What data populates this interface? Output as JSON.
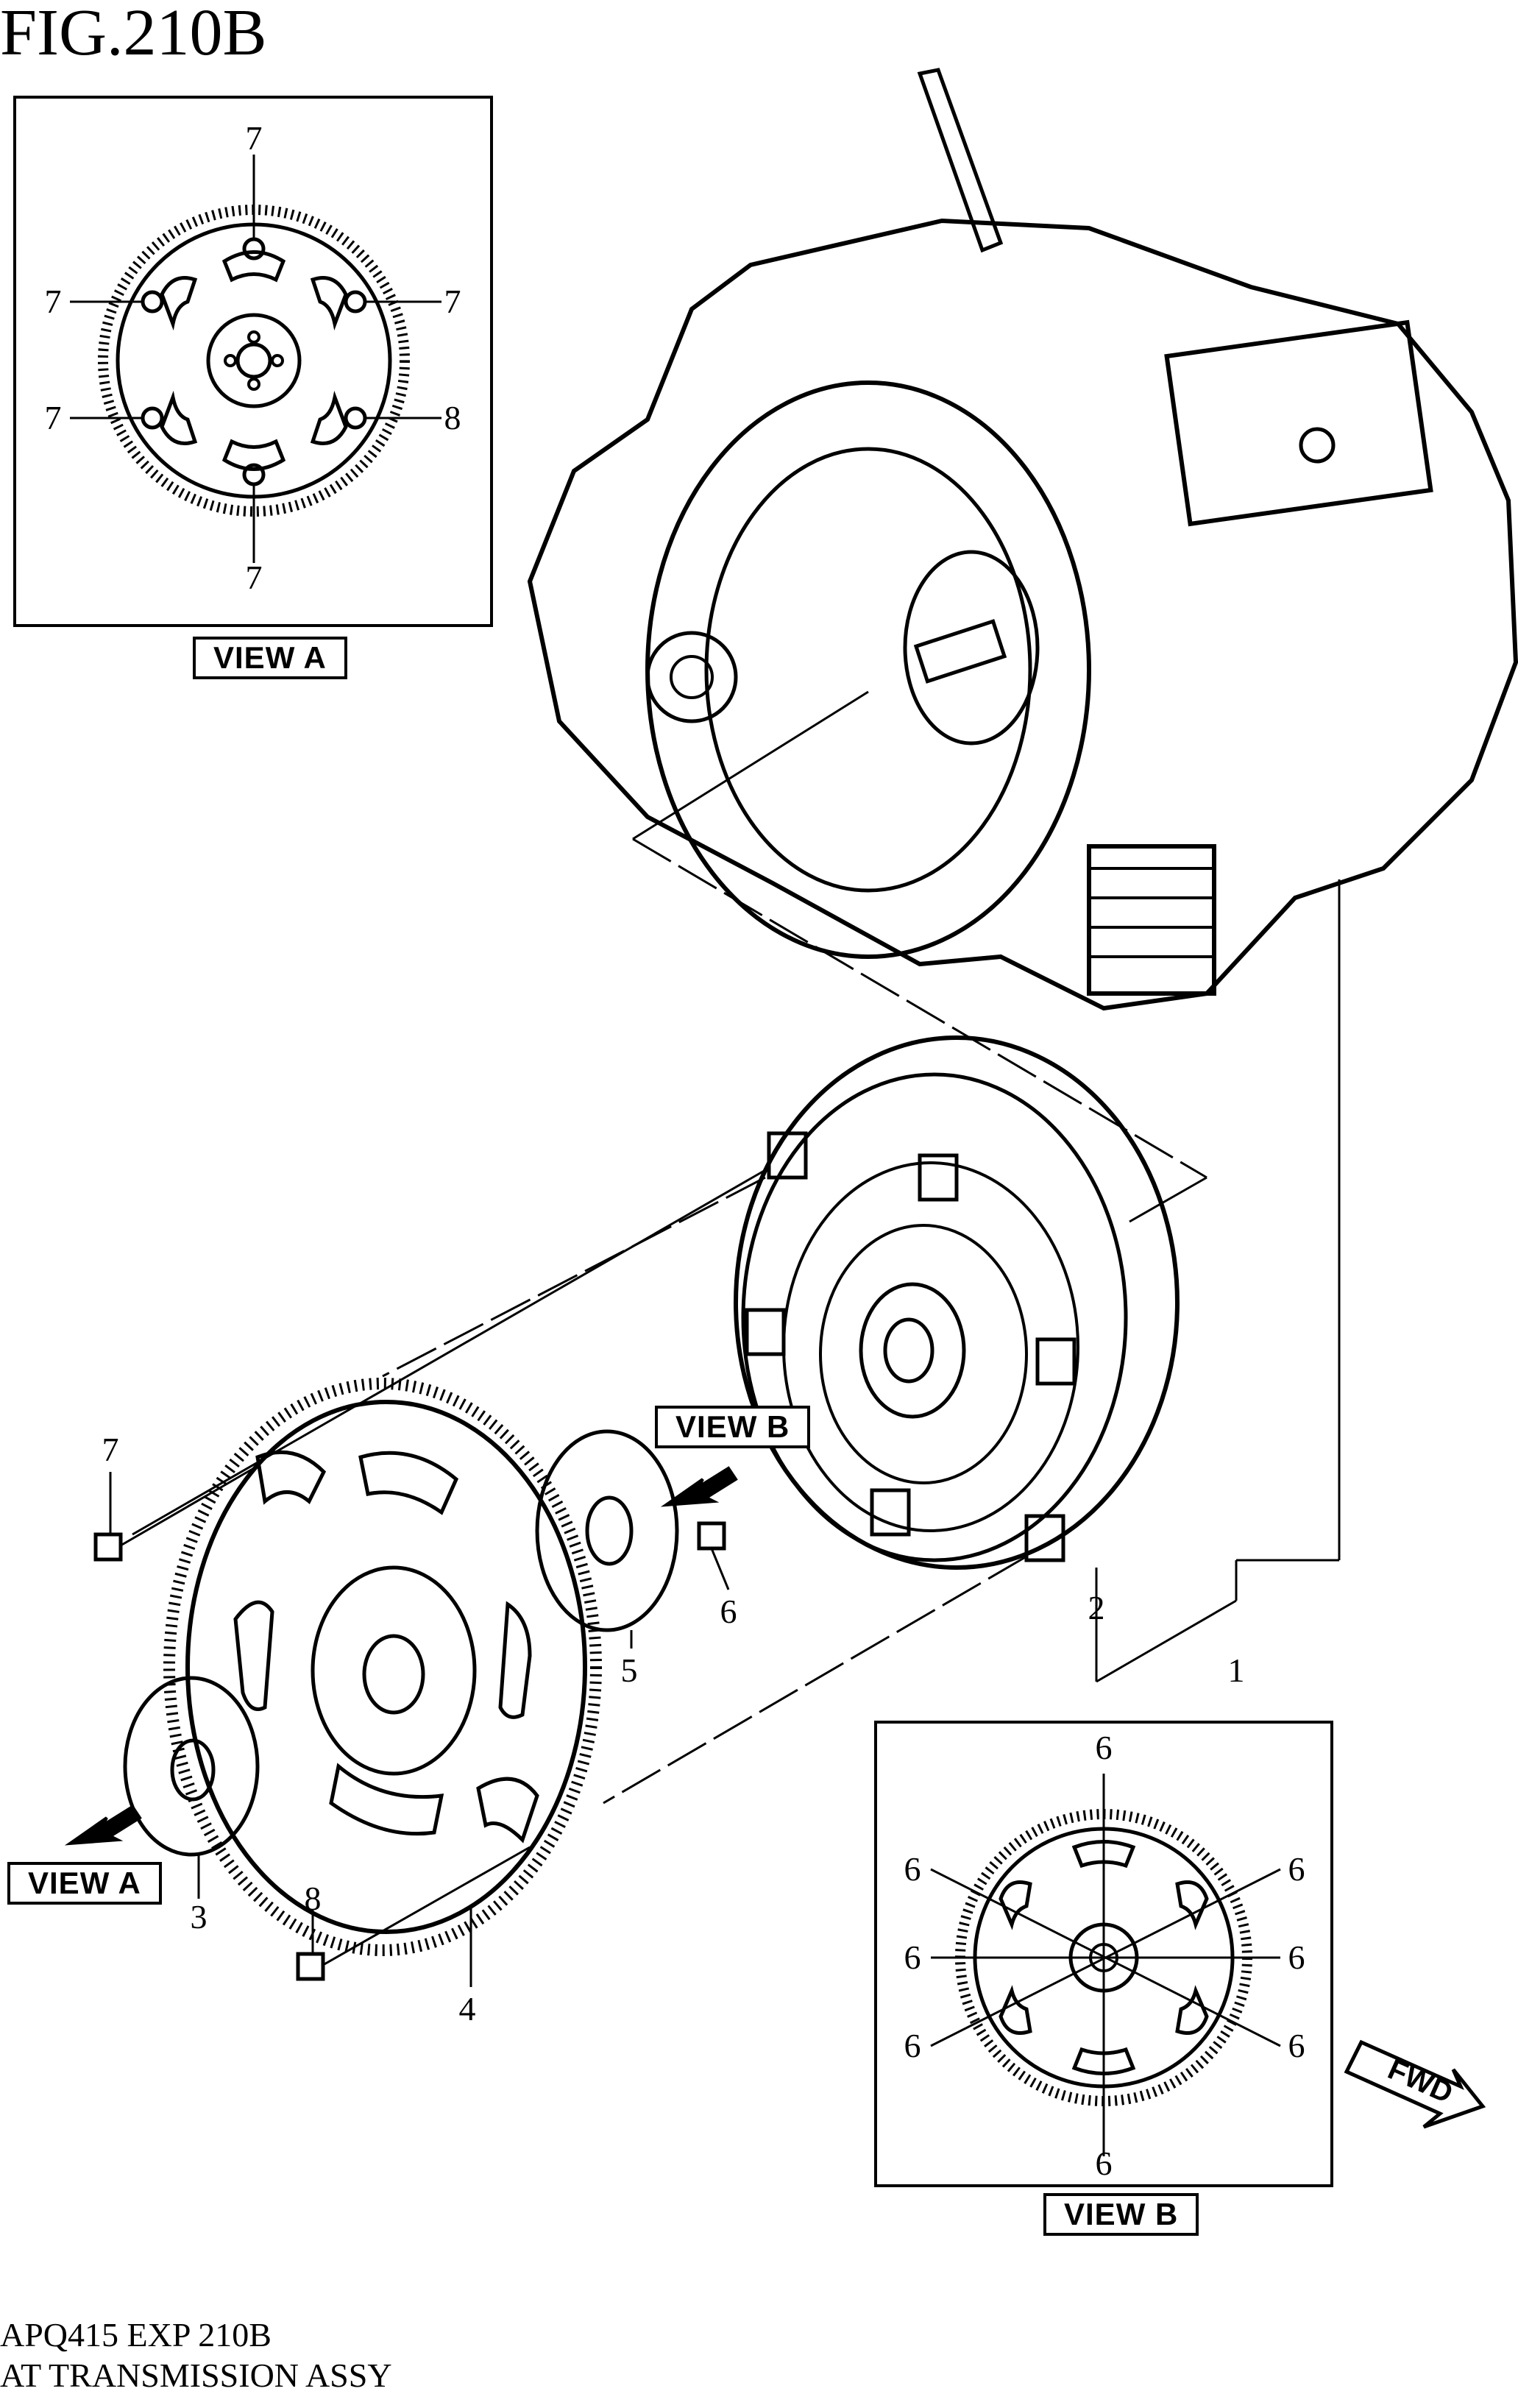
{
  "figure": {
    "title": "FIG.210B",
    "code": "APQ415 EXP 210B",
    "name": "AT TRANSMISSION ASSY"
  },
  "views": {
    "view_a": "VIEW A",
    "view_b": "VIEW B"
  },
  "direction_label": "FWD",
  "callouts": {
    "transmission_assy": "1",
    "torque_converter": "2",
    "drive_plate_rear": "3",
    "flywheel_ring_gear": "4",
    "drive_plate_front": "5",
    "converter_bolt": "6",
    "flywheel_bolt": "7",
    "flywheel_bolt_alt": "8"
  }
}
